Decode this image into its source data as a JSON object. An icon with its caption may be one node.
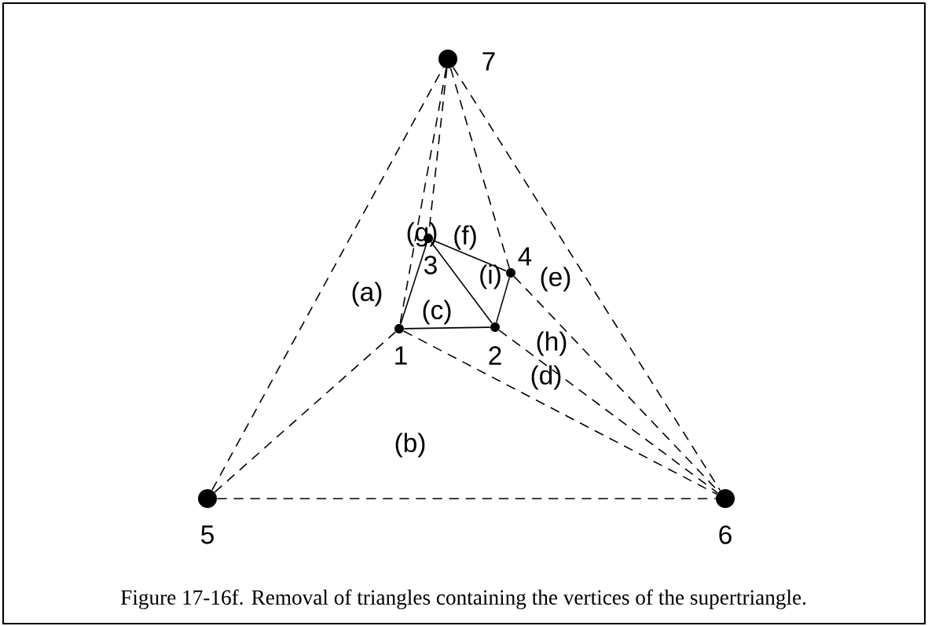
{
  "diagram": {
    "caption": "Figure 17-16f. Removal of triangles containing the vertices of the supertriangle.",
    "nodes": [
      {
        "text": [
          "1"
        ]
      },
      {
        "text": [
          "2"
        ]
      },
      {
        "text": [
          "3"
        ]
      },
      {
        "text": [
          "4"
        ]
      },
      {
        "text": [
          "5"
        ]
      },
      {
        "text": [
          "6"
        ]
      },
      {
        "text": [
          "7"
        ]
      }
    ],
    "edges": [
      {
        "from": 0,
        "to": 1,
        "arrow": "none"
      },
      {
        "from": 0,
        "to": 2,
        "arrow": "none"
      },
      {
        "from": 2,
        "to": 1,
        "arrow": "none"
      },
      {
        "from": 2,
        "to": 3,
        "arrow": "none"
      },
      {
        "from": 3,
        "to": 1,
        "arrow": "none"
      },
      {
        "from": 4,
        "to": 6,
        "arrow": "none",
        "style": "dashed"
      },
      {
        "from": 4,
        "to": 5,
        "arrow": "none",
        "style": "dashed"
      },
      {
        "from": 6,
        "to": 5,
        "arrow": "none",
        "style": "dashed"
      },
      {
        "from": 4,
        "to": 0,
        "arrow": "none",
        "style": "dashed"
      },
      {
        "from": 6,
        "to": 0,
        "arrow": "none",
        "style": "dashed"
      },
      {
        "from": 6,
        "to": 2,
        "arrow": "none",
        "style": "dashed"
      },
      {
        "from": 6,
        "to": 3,
        "arrow": "none",
        "style": "dashed"
      },
      {
        "from": 0,
        "to": 5,
        "arrow": "none",
        "style": "dashed"
      },
      {
        "from": 1,
        "to": 5,
        "arrow": "none",
        "style": "dashed"
      },
      {
        "from": 3,
        "to": 5,
        "arrow": "none",
        "style": "dashed"
      }
    ],
    "labels": [
      "(g)",
      "(f)",
      "(i)",
      "(e)",
      "(a)",
      "(c)",
      "(h)",
      "(d)",
      "(b)"
    ]
  }
}
